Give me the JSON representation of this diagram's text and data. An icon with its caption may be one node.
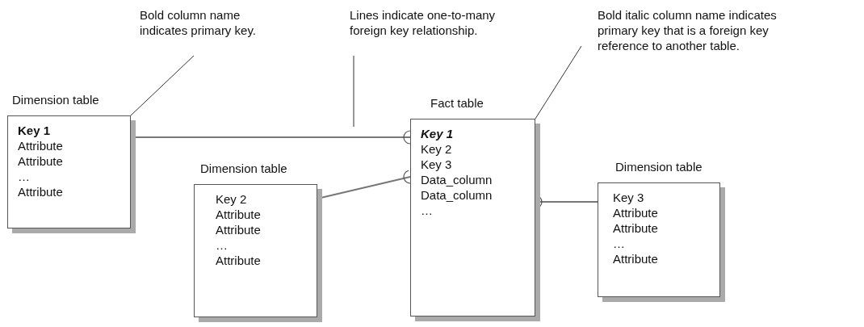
{
  "diagram": {
    "nodes": [
      {
        "text": [
          "Bold column name indicates primary key."
        ]
      },
      {
        "text": [
          "Lines indicate one-to-many foreign key relationship."
        ]
      },
      {
        "text": [
          "Bold italic column name indicates primary key that is a foreign key reference to another table."
        ]
      },
      {
        "text": [
          "Dimension table",
          "Key 1",
          "Attribute",
          "Attribute",
          "…",
          "Attribute"
        ]
      },
      {
        "text": [
          "Fact table",
          "Key 1",
          "Key 2",
          "Key 3",
          "Data_column",
          "Data_column",
          "…"
        ]
      },
      {
        "text": [
          "Dimension table",
          "Key 2",
          "Attribute",
          "Attribute",
          "…",
          "Attribute"
        ]
      },
      {
        "text": [
          "Dimension table",
          "Key 3",
          "Attribute",
          "Attribute",
          "…",
          "Attribute"
        ]
      }
    ],
    "edges": [
      {
        "from": 3,
        "to": 4,
        "arrow": "other"
      },
      {
        "from": 5,
        "to": 4,
        "arrow": "other"
      },
      {
        "from": 6,
        "to": 4,
        "arrow": "other"
      },
      {
        "from": 0,
        "to": 3,
        "arrow": "none"
      },
      {
        "from": 1,
        "to": null,
        "arrow": "none"
      },
      {
        "from": 2,
        "to": 4,
        "arrow": "none"
      }
    ]
  }
}
